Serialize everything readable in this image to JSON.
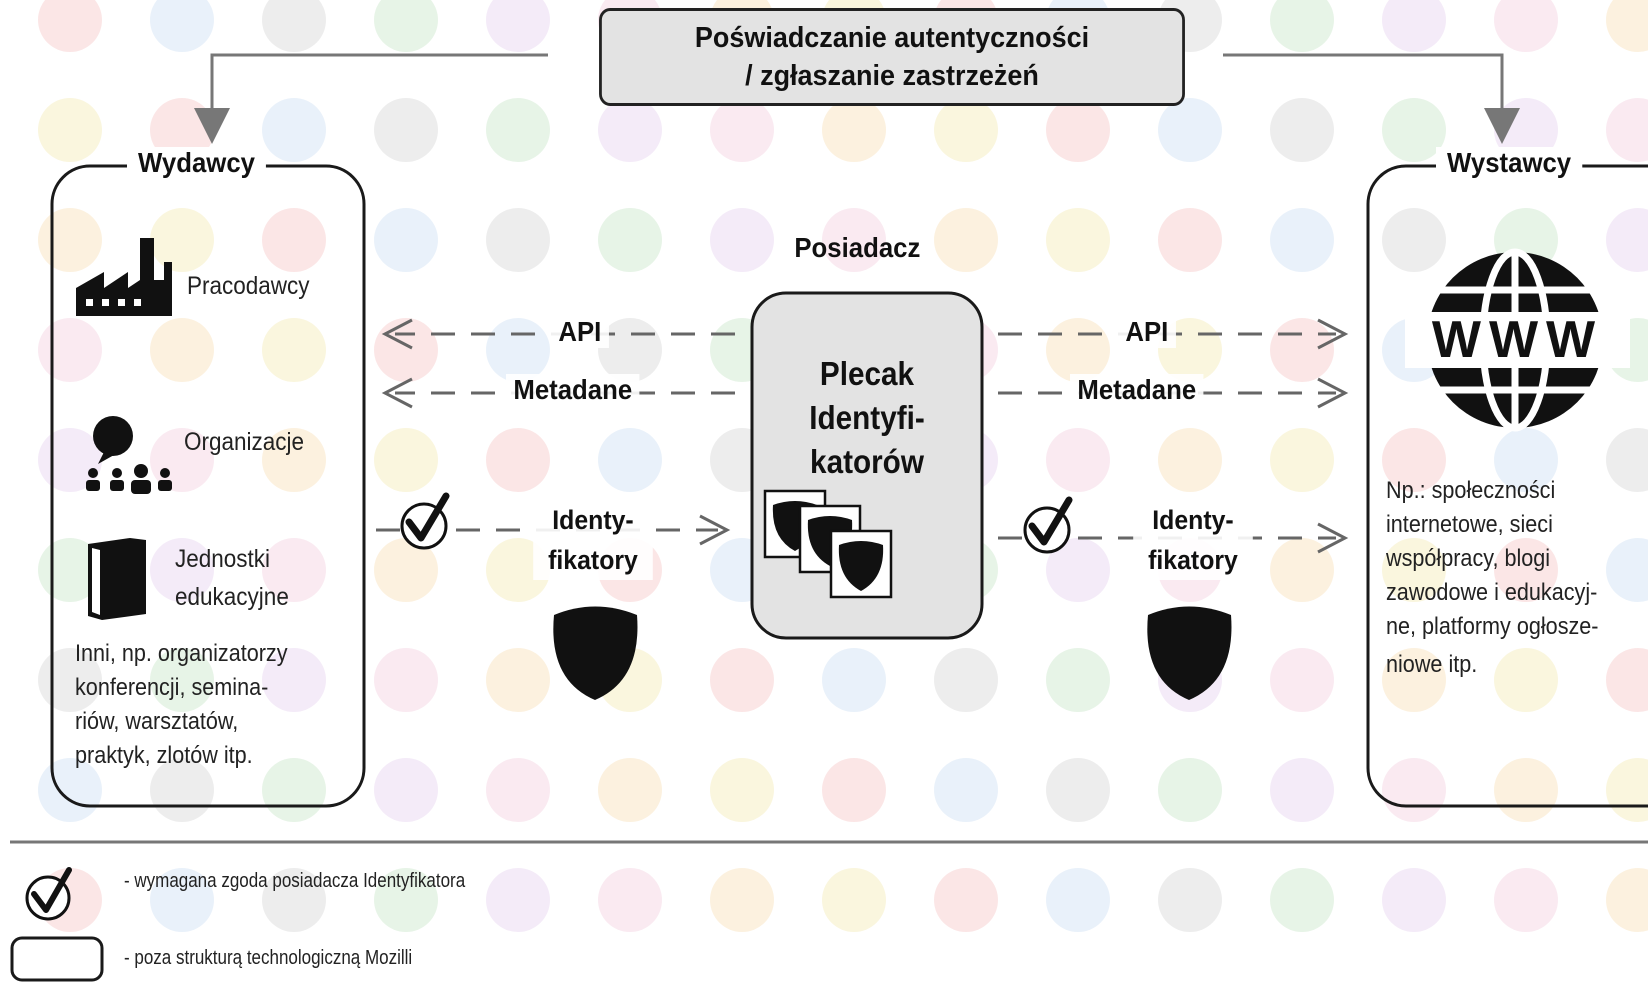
{
  "title": {
    "line1": "Poświadczanie autentyczności",
    "line2": "/ zgłaszanie zastrzeżeń"
  },
  "issuers": {
    "heading": "Wydawcy",
    "items": [
      {
        "label": "Pracodawcy",
        "icon": "factory-icon"
      },
      {
        "label": "Organizacje",
        "icon": "people-group-icon"
      },
      {
        "label_line1": "Jednostki",
        "label_line2": "edukacyjne",
        "icon": "book-icon"
      }
    ],
    "others": [
      "Inni, np. organizatorzy",
      "konferencji, semina-",
      "riów, warsztatów,",
      "praktyk, zlotów itp."
    ]
  },
  "holder": {
    "label": "Posiadacz",
    "backpack": [
      "Plecak",
      "Identyfi-",
      "katorów"
    ]
  },
  "displayers": {
    "heading": "Wystawcy",
    "icon": "www-globe-icon",
    "globe_text": "WWW",
    "description": [
      "Np.: społeczności",
      "internetowe, sieci",
      "współpracy, blogi",
      "zawodowe i edukacyj-",
      "ne, platformy ogłosze-",
      "niowe itp."
    ]
  },
  "flows": {
    "api": "API",
    "metadata": "Metadane",
    "badges_line1": "Identy-",
    "badges_line2": "fikatory"
  },
  "legend": {
    "consent": "- wymagana zgoda posiadacza Identyfikatora",
    "outside": "- poza strukturą technologiczną Mozilli"
  },
  "colors": {
    "box_fill": "#e3e3e3",
    "stroke": "#222222",
    "arrow": "#777777"
  }
}
